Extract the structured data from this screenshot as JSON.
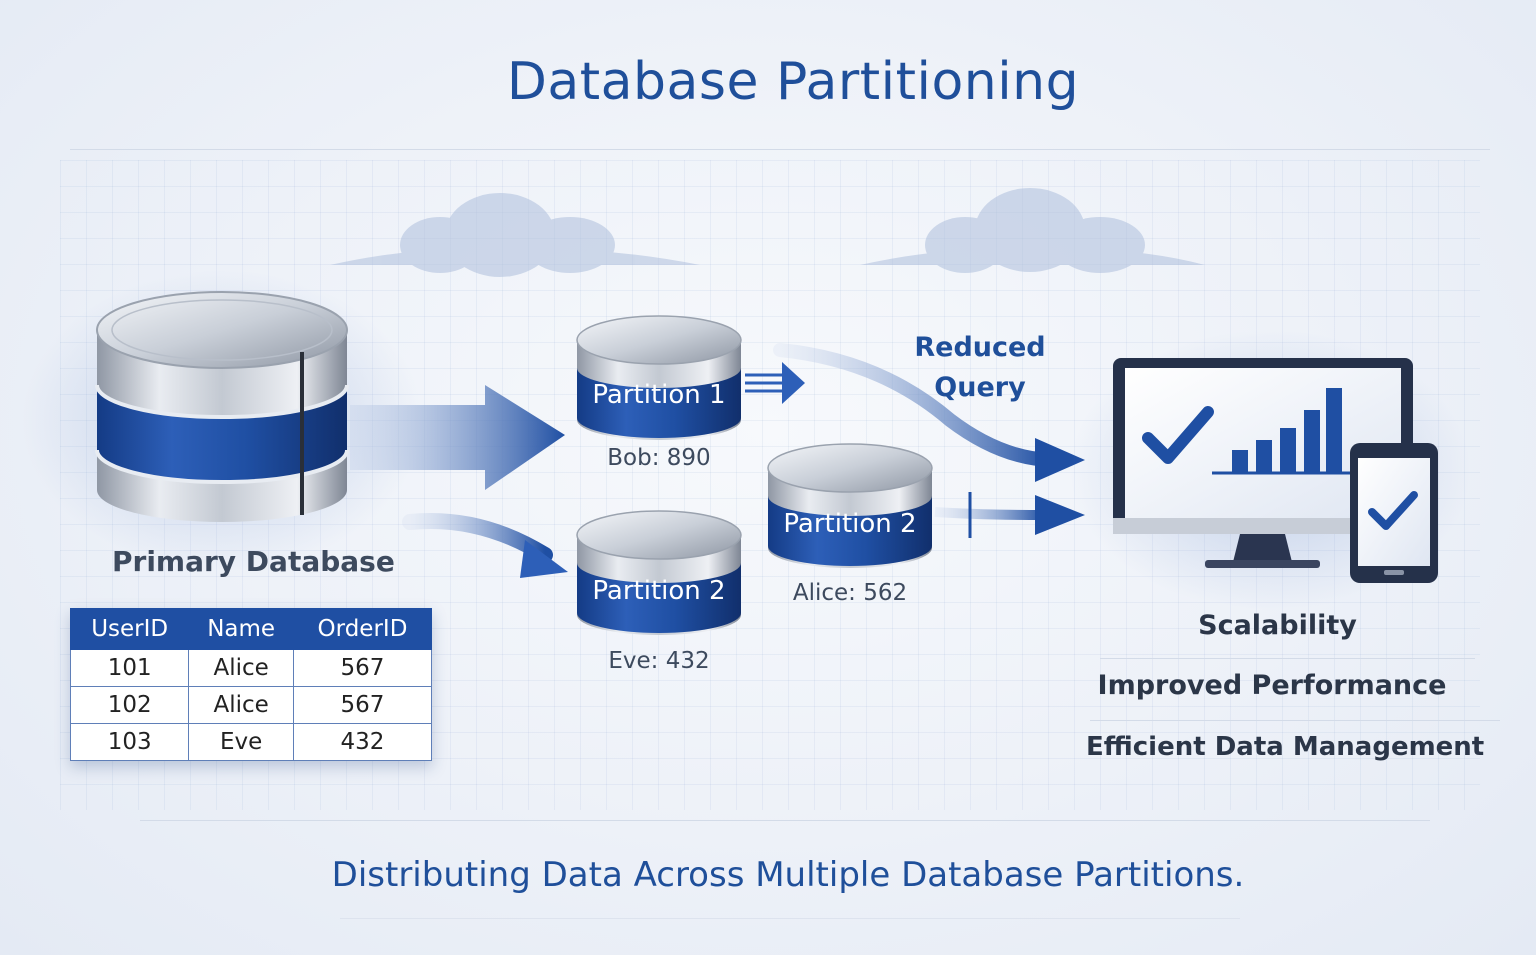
{
  "title": "Database Partitioning",
  "primary_database": {
    "label": "Primary Database"
  },
  "table": {
    "headers": [
      "UserID",
      "Name",
      "OrderID"
    ],
    "rows": [
      [
        "101",
        "Alice",
        "567"
      ],
      [
        "102",
        "Alice",
        "567"
      ],
      [
        "103",
        "Eve",
        "432"
      ]
    ]
  },
  "partitions": [
    {
      "label": "Partition 1",
      "value": "Bob: 890"
    },
    {
      "label": "Partition 2",
      "value": "Eve: 432"
    },
    {
      "label": "Partition 2",
      "value": "Alice: 562"
    }
  ],
  "reduced_query": "Reduced Query",
  "benefits": [
    "Scalability",
    "Improved Performance",
    "Efficient Data Management"
  ],
  "caption": "Distributing Data Across Multiple Database Partitions.",
  "colors": {
    "primary_blue": "#1f4fa3",
    "title_blue": "#1f4f9a",
    "silver": "#c8ccd3"
  }
}
